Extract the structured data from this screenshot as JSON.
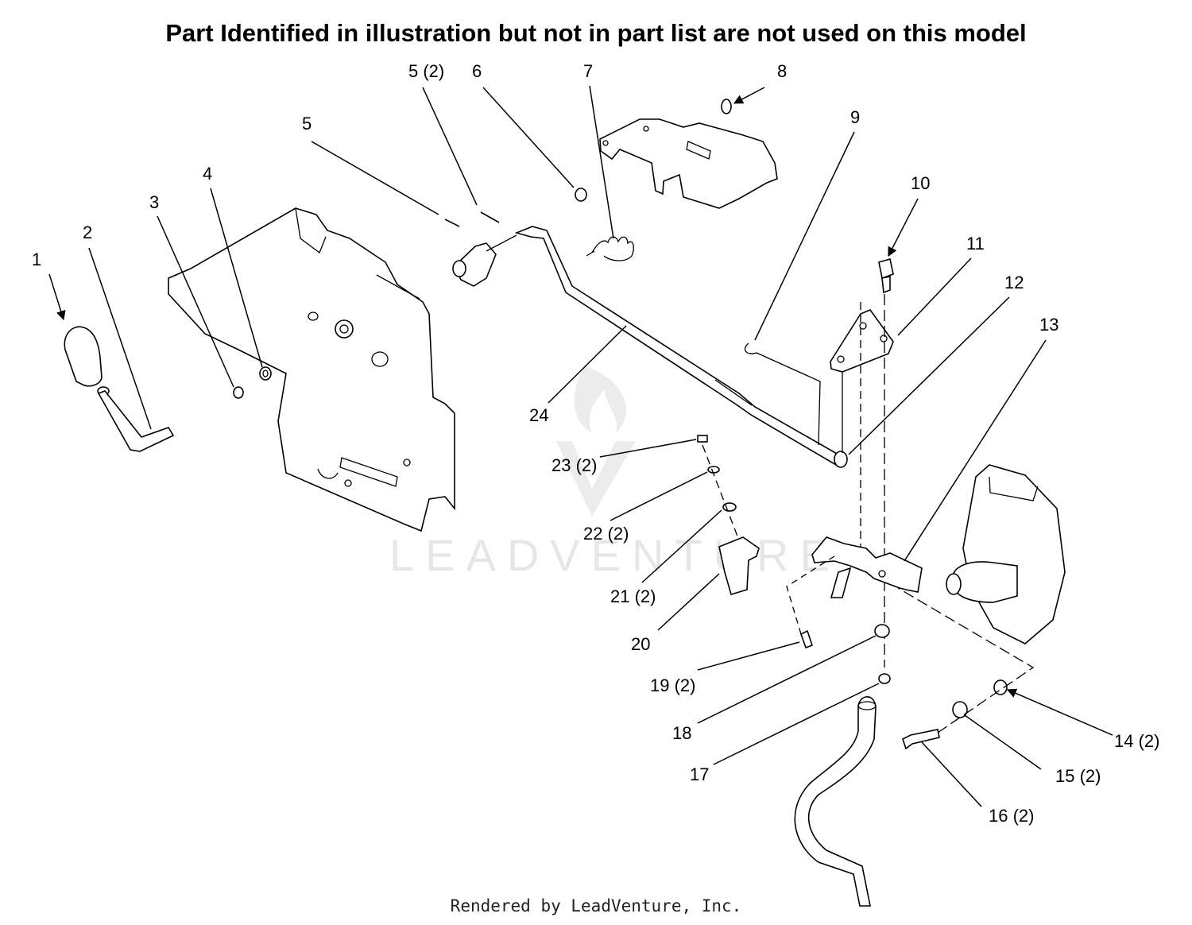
{
  "header": {
    "title": "Part Identified in illustration but not in part list are not used on this model"
  },
  "watermark": {
    "text": "LEADVENTURE"
  },
  "footer": {
    "text": "Rendered by LeadVenture, Inc."
  },
  "callouts": {
    "c1": "1",
    "c2": "2",
    "c3": "3",
    "c4": "4",
    "c5": "5",
    "c5b": "5 (2)",
    "c6": "6",
    "c7": "7",
    "c8": "8",
    "c9": "9",
    "c10": "10",
    "c11": "11",
    "c12": "12",
    "c13": "13",
    "c14": "14 (2)",
    "c15": "15 (2)",
    "c16": "16 (2)",
    "c17": "17",
    "c18": "18",
    "c19": "19 (2)",
    "c20": "20",
    "c21": "21 (2)",
    "c22": "22 (2)",
    "c23": "23 (2)",
    "c24": "24"
  },
  "colors": {
    "line": "#000000",
    "background": "#ffffff",
    "watermark": "#e6e6e6"
  }
}
